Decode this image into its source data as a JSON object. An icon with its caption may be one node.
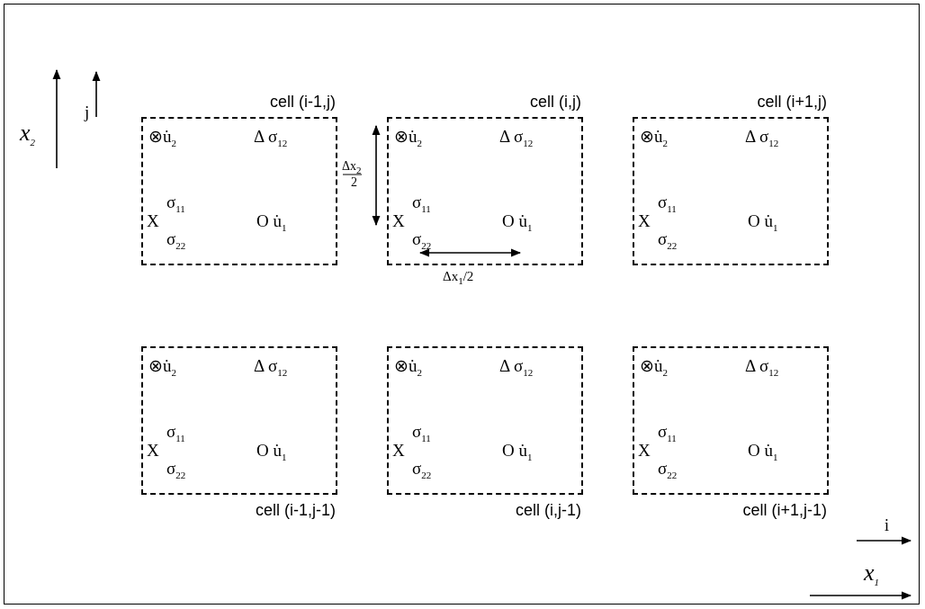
{
  "diagram": {
    "nodes": [
      {
        "text": [
          "cell (i-1,j)",
          "⊗u̇$_{2}$",
          "Δ σ$_{12}$",
          "σ$_{11}$",
          "X",
          "σ$_{22}$",
          "O u̇$_{1}$"
        ]
      },
      {
        "text": [
          "cell (i,j)",
          "⊗u̇$_{2}$",
          "Δ σ$_{12}$",
          "σ$_{11}$",
          "X",
          "σ$_{22}$",
          "O u̇$_{1}$"
        ]
      },
      {
        "text": [
          "cell (i+1,j)",
          "⊗u̇$_{2}$",
          "Δ σ$_{12}$",
          "σ$_{11}$",
          "X",
          "σ$_{22}$",
          "O u̇$_{1}$"
        ]
      },
      {
        "text": [
          "cell (i-1,j-1)",
          "⊗u̇$_{2}$",
          "Δ σ$_{12}$",
          "σ$_{11}$",
          "X",
          "σ$_{22}$",
          "O u̇$_{1}$"
        ]
      },
      {
        "text": [
          "cell (i,j-1)",
          "⊗u̇$_{2}$",
          "Δ σ$_{12}$",
          "σ$_{11}$",
          "X",
          "σ$_{22}$",
          "O u̇$_{1}$"
        ]
      },
      {
        "text": [
          "cell (i+1,j-1)",
          "⊗u̇$_{2}$",
          "Δ σ$_{12}$",
          "σ$_{11}$",
          "X",
          "σ$_{22}$",
          "O u̇$_{1}$"
        ]
      }
    ],
    "edges": [],
    "labels": [
      "x$_{2}$",
      "j",
      "Δx$_{2}$",
      "2",
      "Δx$_{1}$/2",
      "i",
      "x$_{1}$"
    ]
  }
}
